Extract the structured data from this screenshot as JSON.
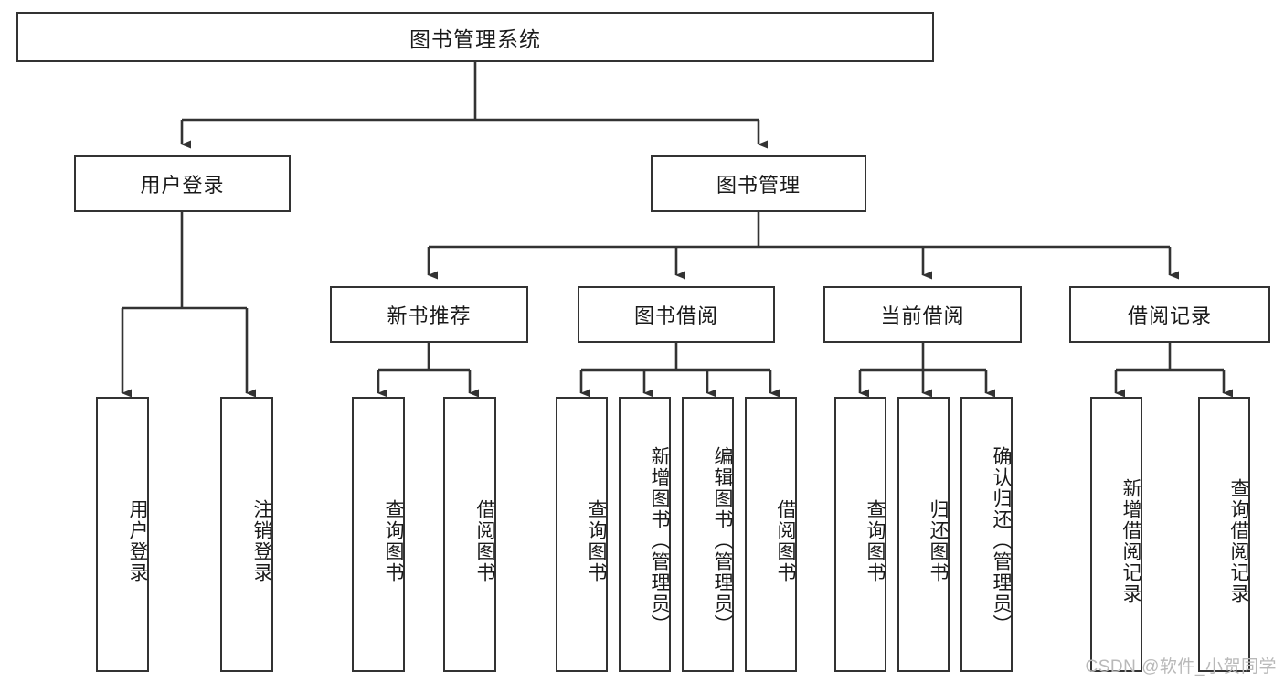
{
  "diagram": {
    "title": "图书管理系统",
    "style": {
      "box_border": "#333333",
      "box_fill": "#ffffff",
      "line": "#333333",
      "text": "#1a1a1a",
      "watermark": "#b9b9b9"
    },
    "watermark": "CSDN @软件_小贺同学",
    "levels": {
      "root": {
        "label": "图书管理系统"
      },
      "level2": [
        {
          "label": "用户登录"
        },
        {
          "label": "图书管理"
        }
      ],
      "level3": [
        {
          "label": "新书推荐"
        },
        {
          "label": "图书借阅"
        },
        {
          "label": "当前借阅"
        },
        {
          "label": "借阅记录"
        }
      ],
      "leaves": {
        "user_login": [
          {
            "label": "用户登录"
          },
          {
            "label": "注销登录"
          }
        ],
        "new_book_recommend": [
          {
            "label": "查询图书"
          },
          {
            "label": "借阅图书"
          }
        ],
        "book_borrow": [
          {
            "label": "查询图书"
          },
          {
            "label": "新增图书（管理员）"
          },
          {
            "label": "编辑图书（管理员）"
          },
          {
            "label": "借阅图书"
          }
        ],
        "current_borrow": [
          {
            "label": "查询图书"
          },
          {
            "label": "归还图书"
          },
          {
            "label": "确认归还（管理员）"
          }
        ],
        "borrow_record": [
          {
            "label": "新增借阅记录"
          },
          {
            "label": "查询借阅记录"
          }
        ]
      }
    }
  }
}
